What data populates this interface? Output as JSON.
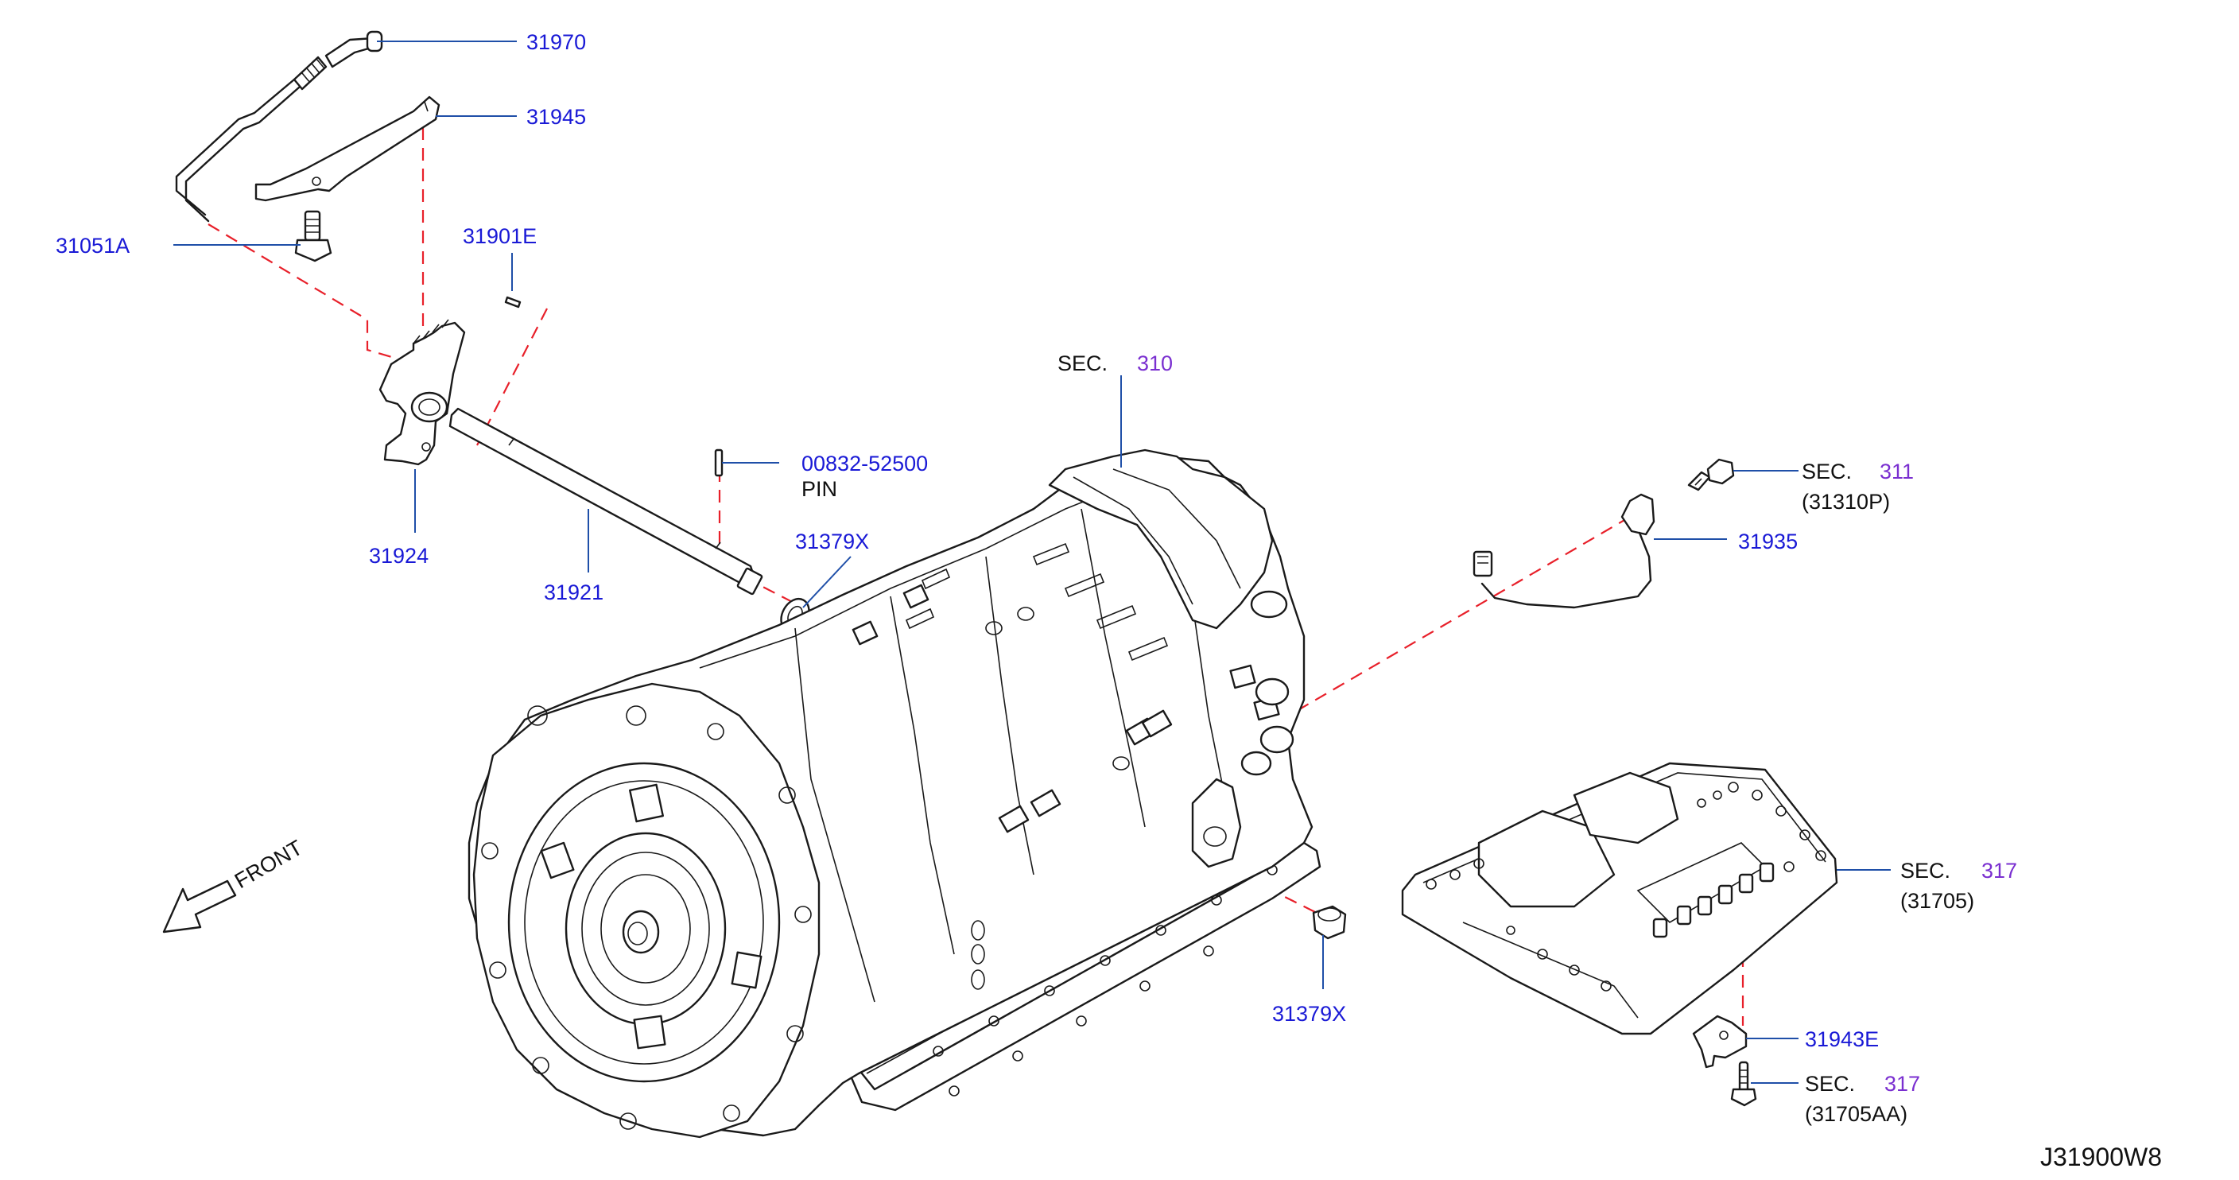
{
  "colors": {
    "part_number": "#1a1ad6",
    "section_ref": "#7a2fd0",
    "text": "#111111",
    "leader": "#1f4fa8",
    "assembly_line": "#e8202a"
  },
  "labels": {
    "p31970": "31970",
    "p31945": "31945",
    "p31051a": "31051A",
    "p31901e": "31901E",
    "p31924": "31924",
    "p31921": "31921",
    "p00832": "00832-52500",
    "pin": "PIN",
    "p31379x_top": "31379X",
    "p31379x_bottom": "31379X",
    "sec310_prefix": "SEC.",
    "sec310_num": "310",
    "sec311_prefix": "SEC.",
    "sec311_num": "311",
    "sec311_ref": "(31310P)",
    "p31935": "31935",
    "sec317_prefix": "SEC.",
    "sec317_num": "317",
    "sec317_ref": "(31705)",
    "p31943e": "31943E",
    "sec317b_prefix": "SEC.",
    "sec317b_num": "317",
    "sec317b_ref": "(31705AA)",
    "front": "FRONT",
    "diagram_id": "J31900W8"
  }
}
